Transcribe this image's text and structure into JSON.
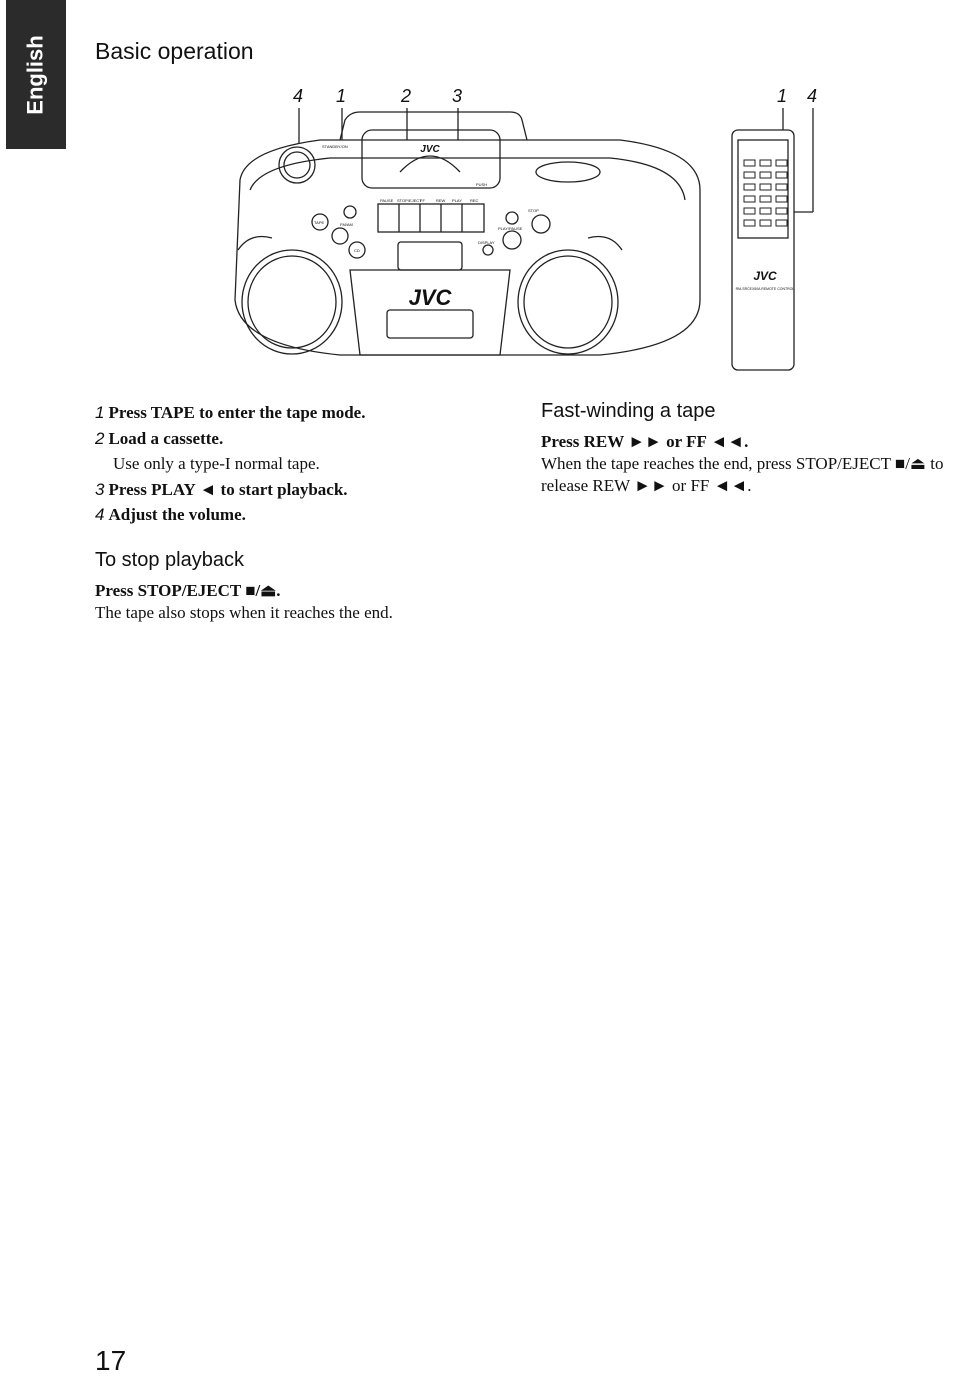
{
  "sidebar": {
    "language": "English"
  },
  "title": "Basic operation",
  "callouts": {
    "main": [
      "4",
      "1",
      "2",
      "3"
    ],
    "remote": [
      "1",
      "4"
    ]
  },
  "figure": {
    "brand": "JVC",
    "remote_brand": "JVC",
    "remote_label": "RM-SRCEX50A REMOTE CONTROL",
    "buttons": [
      "STANDBY/ON",
      "PAUSE",
      "STOP/EJECT",
      "FF",
      "REW",
      "PLAY",
      "REC",
      "TAPE",
      "FM/AM",
      "CD",
      "DISPLAY",
      "PLAY/PAUSE",
      "STOP",
      "PUSH"
    ]
  },
  "steps": [
    {
      "num": "1",
      "text": "Press TAPE to enter the tape mode."
    },
    {
      "num": "2",
      "text": "Load a cassette."
    },
    {
      "num": "",
      "text": "Use only a type-I normal tape."
    },
    {
      "num": "3",
      "text": "Press PLAY ◄ to start playback."
    },
    {
      "num": "4",
      "text": "Adjust the volume."
    }
  ],
  "fast_winding": {
    "heading": "Fast-winding a tape",
    "instruction": "Press REW ►► or FF ◄◄.",
    "note": "When the tape reaches the end, press STOP/EJECT ■/⏏ to release REW ►► or FF ◄◄."
  },
  "stop_playback": {
    "heading": "To stop playback",
    "instruction": "Press STOP/EJECT ■/⏏.",
    "note": "The tape also stops when it reaches the end."
  },
  "page_number": "17"
}
